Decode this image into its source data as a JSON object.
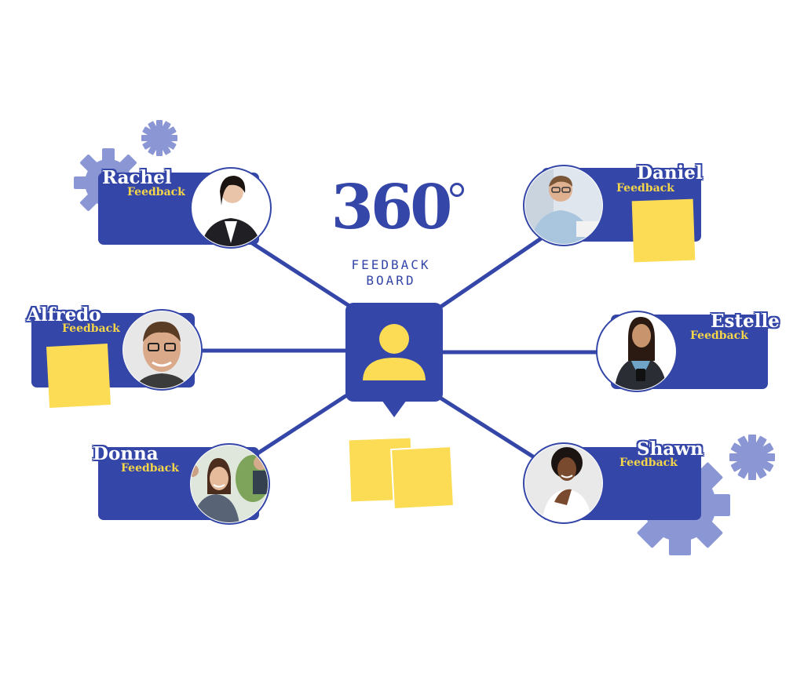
{
  "board": {
    "title_number": "360",
    "title_line1": "FEEDBACK",
    "title_line2": "BOARD"
  },
  "colors": {
    "primary": "#3446a8",
    "accent_yellow": "#fcdc55",
    "light_blue": "#8b97d4"
  },
  "center_icon": "user-icon",
  "people": [
    {
      "id": "rachel",
      "name": "Rachel",
      "label": "Feedback"
    },
    {
      "id": "daniel",
      "name": "Daniel",
      "label": "Feedback"
    },
    {
      "id": "alfredo",
      "name": "Alfredo",
      "label": "Feedback"
    },
    {
      "id": "estelle",
      "name": "Estelle",
      "label": "Feedback"
    },
    {
      "id": "donna",
      "name": "Donna",
      "label": "Feedback"
    },
    {
      "id": "shawn",
      "name": "Shawn",
      "label": "Feedback"
    }
  ]
}
